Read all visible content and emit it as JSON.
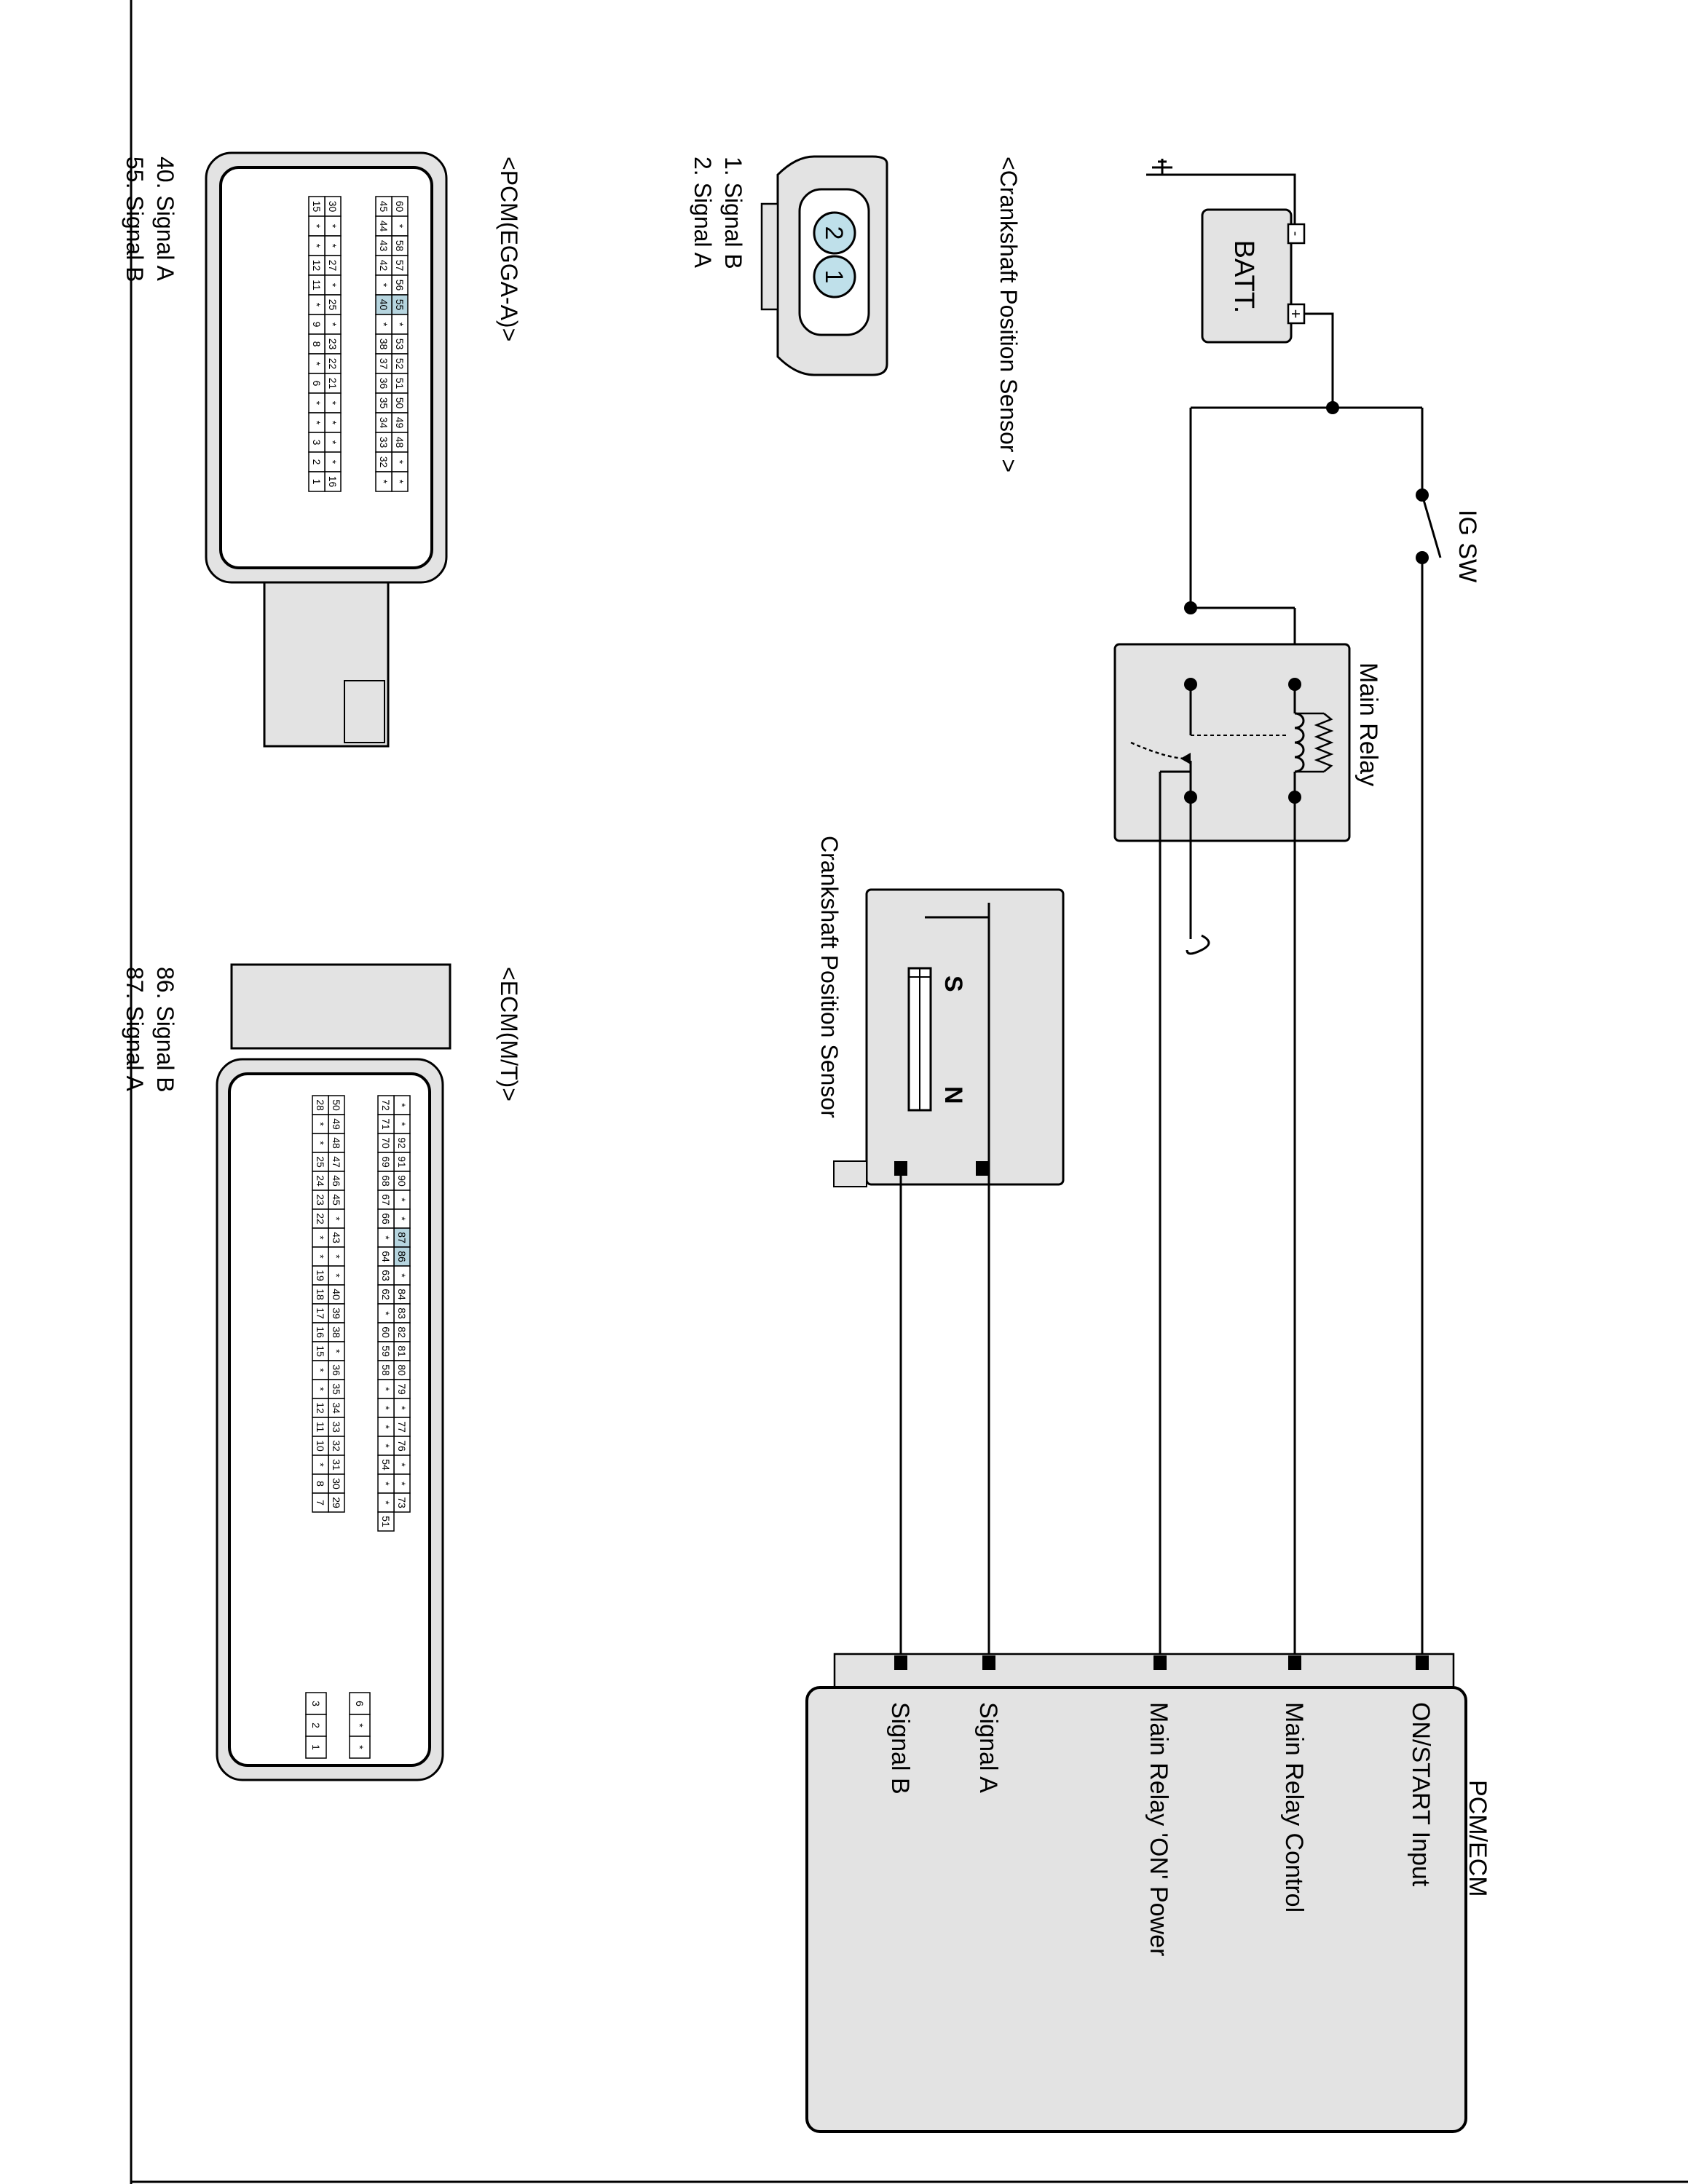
{
  "battery": {
    "label": "BATT.",
    "minus": "-",
    "plus": "+"
  },
  "ig_switch": {
    "label": "IG SW"
  },
  "main_relay": {
    "label": "Main Relay"
  },
  "sensor_block": {
    "title": "Crankshaft Position Sensor",
    "pole_s": "S",
    "pole_n": "N"
  },
  "pcm_ecm": {
    "title": "PCM/ECM",
    "pins": [
      "ON/START Input",
      "Main Relay Control",
      "Main Relay 'ON' Power",
      "Signal A",
      "Signal B"
    ]
  },
  "ckp_connector": {
    "title": "<Crankshaft Position Sensor >",
    "pin_numbers": [
      "2",
      "1"
    ],
    "legend": [
      "1. Signal B",
      "2. Signal A"
    ]
  },
  "pcm_connector": {
    "title": "<PCM(EGGA-A)>",
    "legend": [
      "40. Signal A",
      "55. Signal B"
    ],
    "rows": [
      [
        "60",
        "*",
        "58",
        "57",
        "56",
        "55",
        "*",
        "53",
        "52",
        "51",
        "50",
        "49",
        "48",
        "*",
        "*"
      ],
      [
        "45",
        "44",
        "43",
        "42",
        "*",
        "40",
        "*",
        "38",
        "37",
        "36",
        "35",
        "34",
        "33",
        "32",
        "*"
      ],
      [
        "30",
        "*",
        "*",
        "27",
        "*",
        "25",
        "*",
        "23",
        "22",
        "21",
        "*",
        "*",
        "*",
        "*",
        "16"
      ],
      [
        "15",
        "*",
        "*",
        "12",
        "11",
        "*",
        "9",
        "8",
        "*",
        "6",
        "*",
        "*",
        "3",
        "2",
        "1"
      ]
    ],
    "highlighted": [
      "40",
      "55"
    ]
  },
  "ecm_connector": {
    "title": "<ECM(M/T)>",
    "legend": [
      "86. Signal B",
      "87. Signal A"
    ],
    "rows": [
      [
        "*",
        "*",
        "92",
        "91",
        "90",
        "*",
        "*",
        "87",
        "86",
        "*",
        "84",
        "83",
        "82",
        "81",
        "80",
        "79",
        "*",
        "77",
        "76",
        "*",
        "*",
        "73"
      ],
      [
        "72",
        "71",
        "70",
        "69",
        "68",
        "67",
        "66",
        "*",
        "64",
        "63",
        "62",
        "*",
        "60",
        "59",
        "58",
        "*",
        "*",
        "*",
        "*",
        "54",
        "*",
        "*",
        "51"
      ],
      [
        "50",
        "49",
        "48",
        "47",
        "46",
        "45",
        "*",
        "43",
        "*",
        "*",
        "40",
        "39",
        "38",
        "*",
        "36",
        "35",
        "34",
        "33",
        "32",
        "31",
        "30",
        "29"
      ],
      [
        "28",
        "*",
        "*",
        "25",
        "24",
        "23",
        "22",
        "*",
        "*",
        "19",
        "18",
        "17",
        "16",
        "15",
        "*",
        "*",
        "12",
        "11",
        "10",
        "*",
        "8",
        "7"
      ]
    ],
    "highlighted": [
      "86",
      "87"
    ],
    "small_pins": [
      "6",
      "*",
      "*",
      "3",
      "2",
      "1"
    ]
  },
  "colors": {
    "line": "#000000",
    "fill": "#e3e3e3",
    "highlight": "#b6d5df",
    "pin_fill": "#bfe0ea"
  }
}
